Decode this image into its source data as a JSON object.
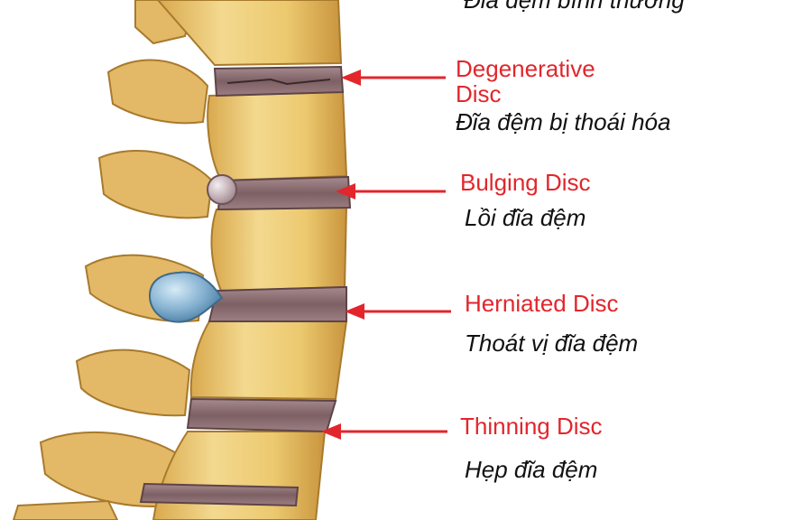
{
  "colors": {
    "bone": "#e9c876",
    "bone_shadow": "#b98a3a",
    "disc": "#8a6a6e",
    "arrow": "#e2262c",
    "english_text": "#e2262c",
    "vietnamese_text": "#111111",
    "nucleus": "#7fa9c9"
  },
  "labels": {
    "top_partial_vi": "Đĩa đệm bình thường",
    "degenerative_en_line1": "Degenerative",
    "degenerative_en_line2": "Disc",
    "degenerative_vi": "Đĩa đệm bị thoái hóa",
    "bulging_en": "Bulging Disc",
    "bulging_vi": "Lồi đĩa đệm",
    "herniated_en": "Herniated Disc",
    "herniated_vi": "Thoát vị đĩa đệm",
    "thinning_en": "Thinning Disc",
    "thinning_vi": "Hẹp đĩa đệm"
  }
}
